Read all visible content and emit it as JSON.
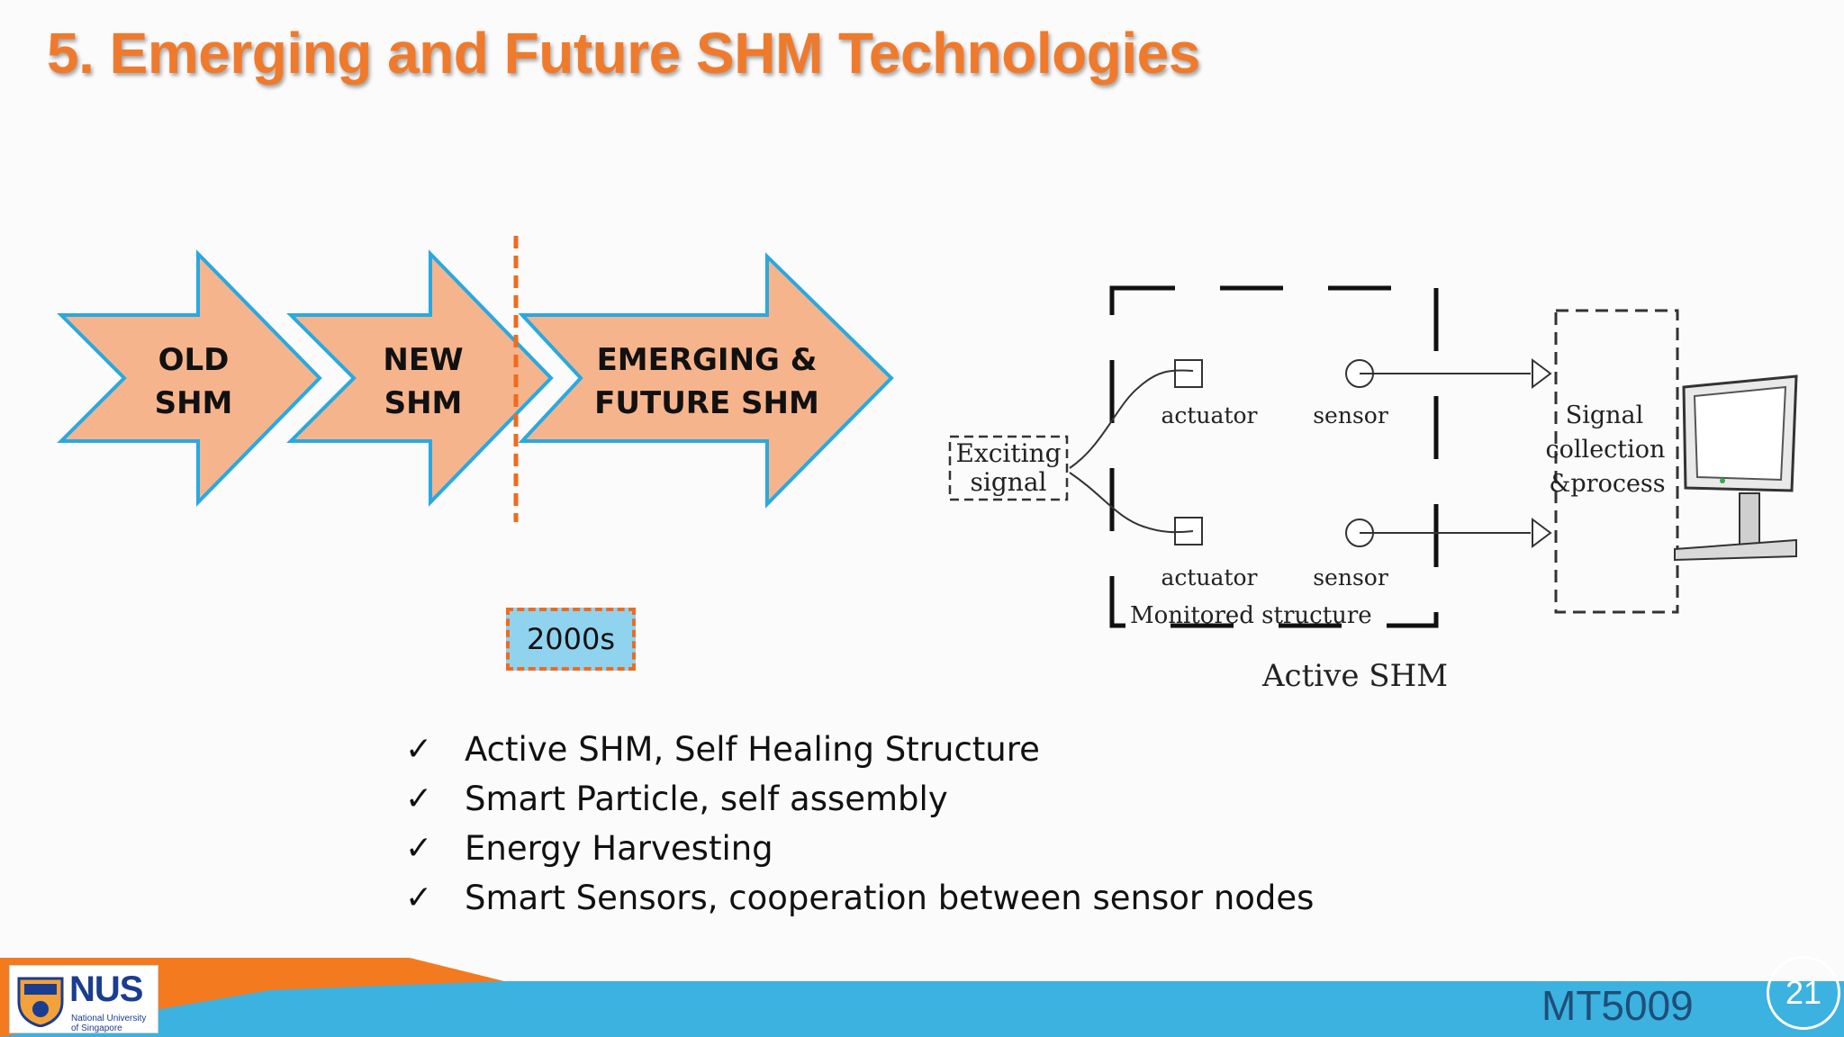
{
  "slide": {
    "title": "5. Emerging and Future SHM Technologies",
    "timeline": {
      "stages": [
        {
          "line1": "OLD",
          "line2": "SHM"
        },
        {
          "line1": "NEW",
          "line2": "SHM"
        },
        {
          "line1": "EMERGING &",
          "line2": "FUTURE SHM"
        }
      ],
      "marker_label": "2000s"
    },
    "diagram": {
      "caption": "Active SHM",
      "exciting_line1": "Exciting",
      "exciting_line2": "signal",
      "actuator_top": "actuator",
      "sensor_top": "sensor",
      "actuator_bottom": "actuator",
      "sensor_bottom": "sensor",
      "structure_label": "Monitored structure",
      "signal_line1": "Signal",
      "signal_line2": "collection",
      "signal_line3": "&process"
    },
    "bullets": [
      "Active SHM, Self Healing Structure",
      "Smart Particle, self assembly",
      "Energy Harvesting",
      "Smart Sensors, cooperation between sensor nodes"
    ],
    "check_glyph": "✓"
  },
  "footer": {
    "logo_text": "NUS",
    "logo_sub1": "National University",
    "logo_sub2": "of Singapore",
    "course_code": "MT5009",
    "page_number": "21"
  },
  "colors": {
    "title": "#f07a2c",
    "arrow_fill": "#f6b48c",
    "arrow_stroke": "#29a9e0",
    "dashed_marker": "#ef6b1f",
    "year_box": "#8fd3ef",
    "footer_blue": "#3bb2e0",
    "footer_orange": "#f47a20"
  }
}
